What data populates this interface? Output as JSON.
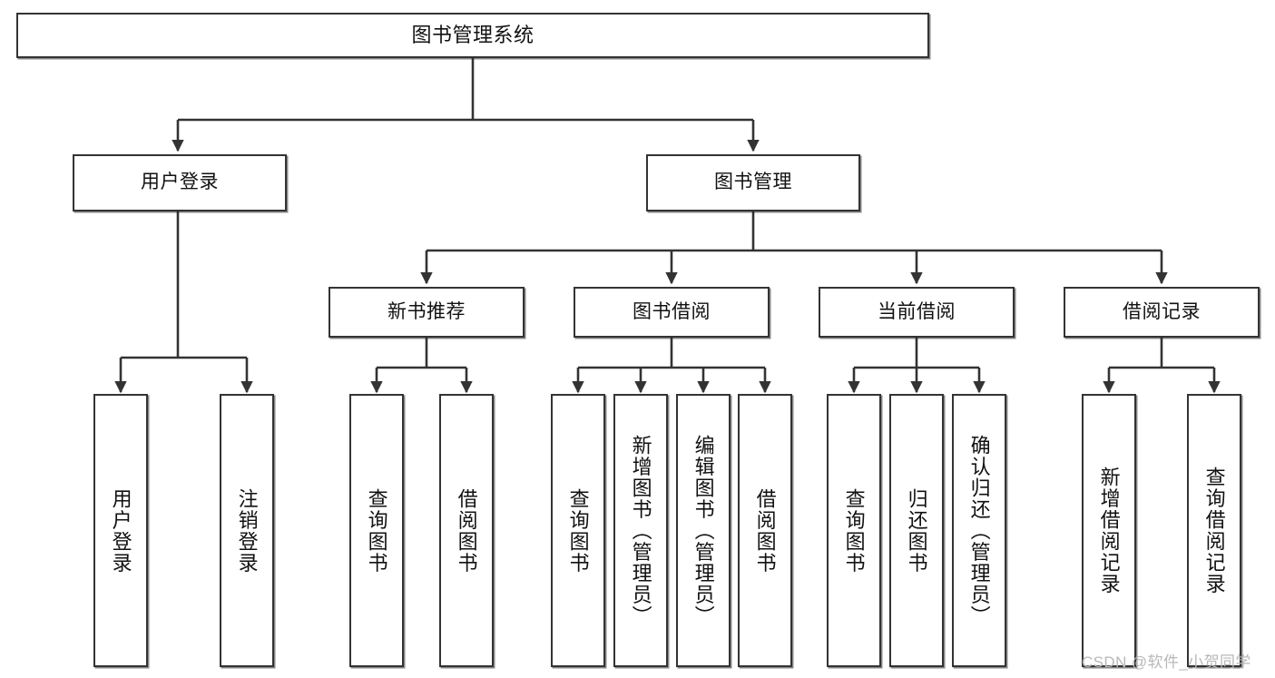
{
  "diagram": {
    "title": "图书管理系统",
    "type": "功能结构图",
    "line_color": "#333333",
    "box_fill": "#ffffff",
    "text_color": "#111111"
  },
  "nodes": {
    "root": {
      "label": "图书管理系统"
    },
    "level2": [
      {
        "label": "用户登录"
      },
      {
        "label": "图书管理"
      }
    ],
    "level3": [
      {
        "label": "新书推荐"
      },
      {
        "label": "图书借阅"
      },
      {
        "label": "当前借阅"
      },
      {
        "label": "借阅记录"
      }
    ],
    "leaves": {
      "user_login": [
        {
          "label": "用户登录"
        },
        {
          "label": "注销登录"
        }
      ],
      "new_book_recommend": [
        {
          "label": "查询图书"
        },
        {
          "label": "借阅图书"
        }
      ],
      "book_borrow": [
        {
          "label": "查询图书"
        },
        {
          "label": "新增图书（管理员）"
        },
        {
          "label": "编辑图书（管理员）"
        },
        {
          "label": "借阅图书"
        }
      ],
      "current_borrow": [
        {
          "label": "查询图书"
        },
        {
          "label": "归还图书"
        },
        {
          "label": "确认归还（管理员）"
        }
      ],
      "borrow_record": [
        {
          "label": "新增借阅记录"
        },
        {
          "label": "查询借阅记录"
        }
      ]
    }
  },
  "watermark": {
    "text": "CSDN @软件_小贺同学"
  }
}
